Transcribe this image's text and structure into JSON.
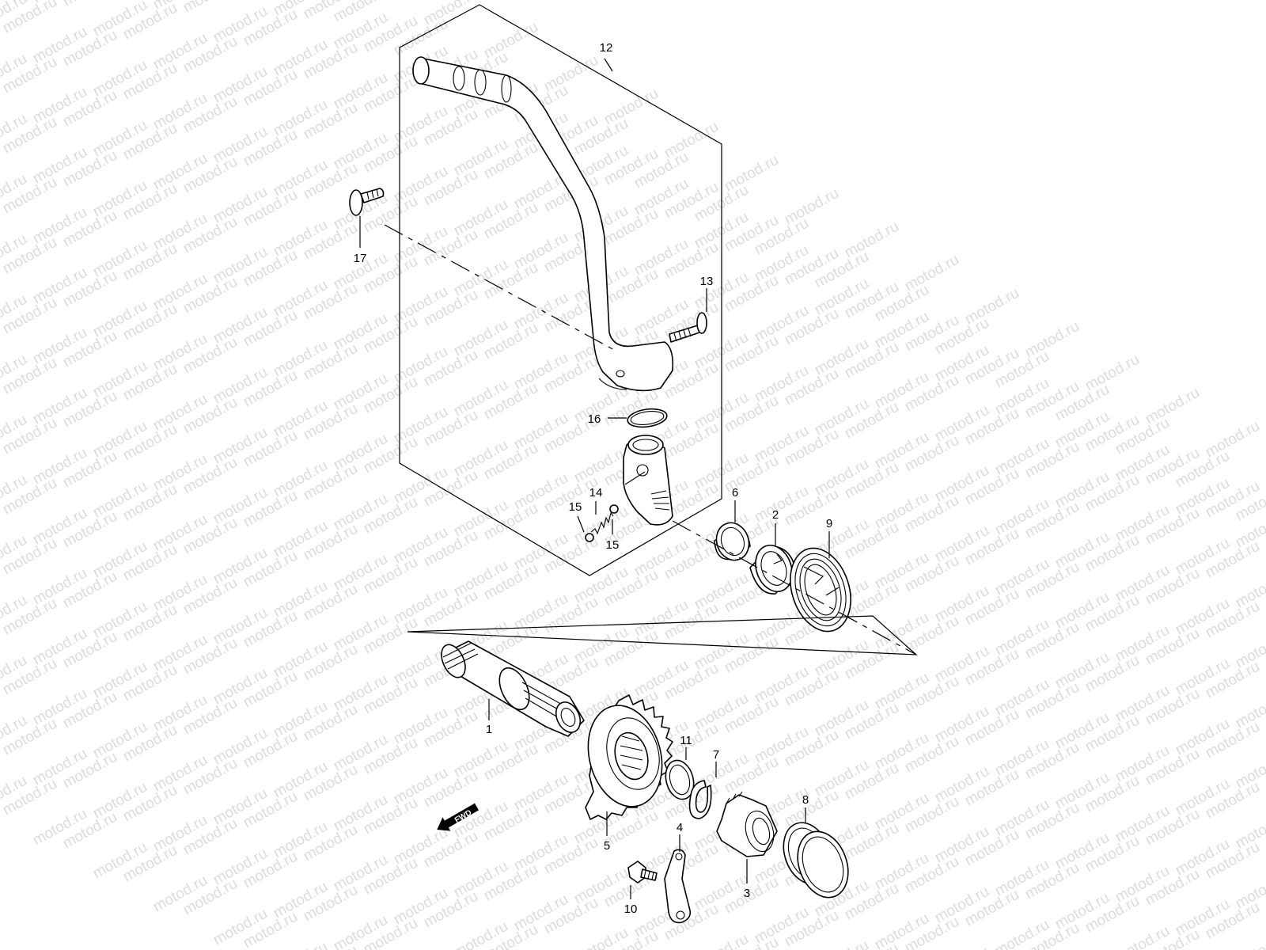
{
  "watermark": "motod.ru",
  "direction_badge": "FWD",
  "callouts": {
    "p1": "1",
    "p2": "2",
    "p3": "3",
    "p4": "4",
    "p5": "5",
    "p6": "6",
    "p7": "7",
    "p8": "8",
    "p9": "9",
    "p10": "10",
    "p11": "11",
    "p12": "12",
    "p13": "13",
    "p14": "14",
    "p15a": "15",
    "p15b": "15",
    "p16": "16",
    "p17": "17"
  }
}
